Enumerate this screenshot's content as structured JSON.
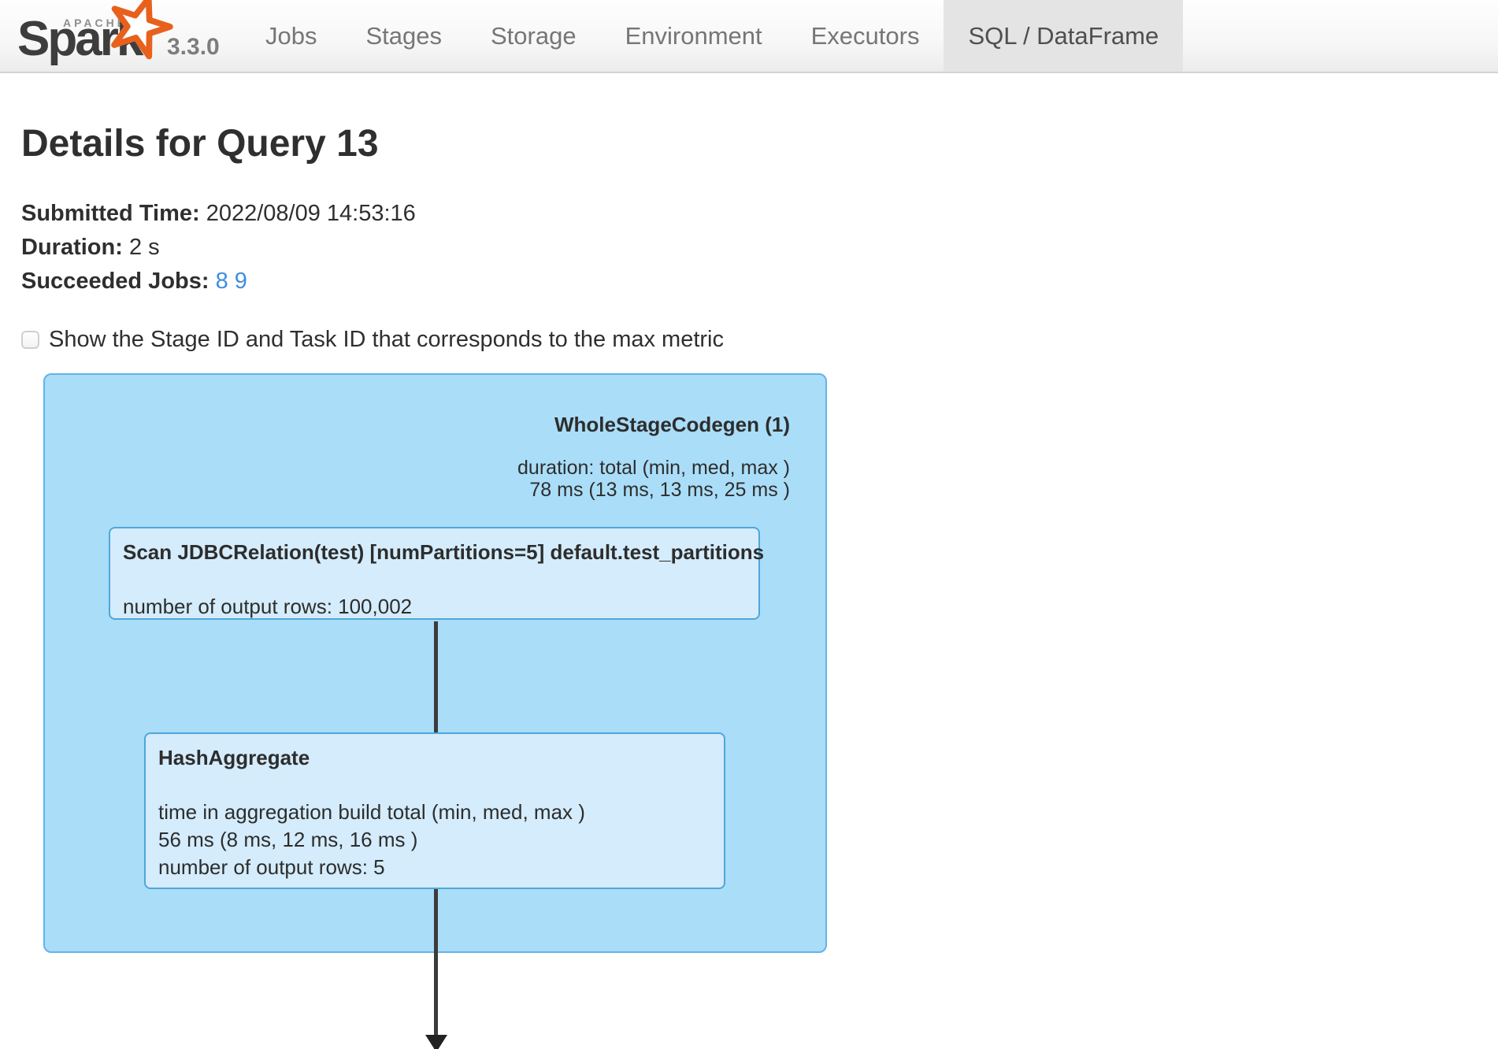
{
  "app": {
    "apache_label": "APACHE",
    "brand": "Spark",
    "trademark": "™",
    "version": "3.3.0"
  },
  "nav": {
    "items": [
      "Jobs",
      "Stages",
      "Storage",
      "Environment",
      "Executors",
      "SQL / DataFrame"
    ],
    "active": "SQL / DataFrame"
  },
  "page": {
    "title": "Details for Query 13",
    "meta": [
      {
        "label": "Submitted Time:",
        "value": "2022/08/09 14:53:16"
      },
      {
        "label": "Duration:",
        "value": "2 s"
      },
      {
        "label": "Succeeded Jobs:",
        "links": [
          "8",
          "9"
        ]
      }
    ],
    "checkbox_label": "Show the Stage ID and Task ID that corresponds to the max metric",
    "checkbox_checked": false
  },
  "plan": {
    "cluster": {
      "name": "WholeStageCodegen (1)",
      "metrics": [
        "duration: total (min, med, max )",
        "78 ms (13 ms, 13 ms, 25 ms )"
      ]
    },
    "nodes": [
      {
        "name": "Scan JDBCRelation(test) [numPartitions=5] default.test_partitions",
        "metrics": [
          "number of output rows: 100,002"
        ]
      },
      {
        "name": "HashAggregate",
        "metrics": [
          "time in aggregation build total (min, med, max )",
          "56 ms (8 ms, 12 ms, 16 ms )",
          "number of output rows: 5"
        ]
      }
    ],
    "colors": {
      "cluster_fill": "#aaddf8",
      "cluster_stroke": "#62b3ea",
      "node_fill": "#d4ecfb",
      "node_stroke": "#4fa6da",
      "arrow": "#3b3b3b",
      "link_blue": "#3e8ede",
      "star_orange": "#e8611c"
    }
  }
}
